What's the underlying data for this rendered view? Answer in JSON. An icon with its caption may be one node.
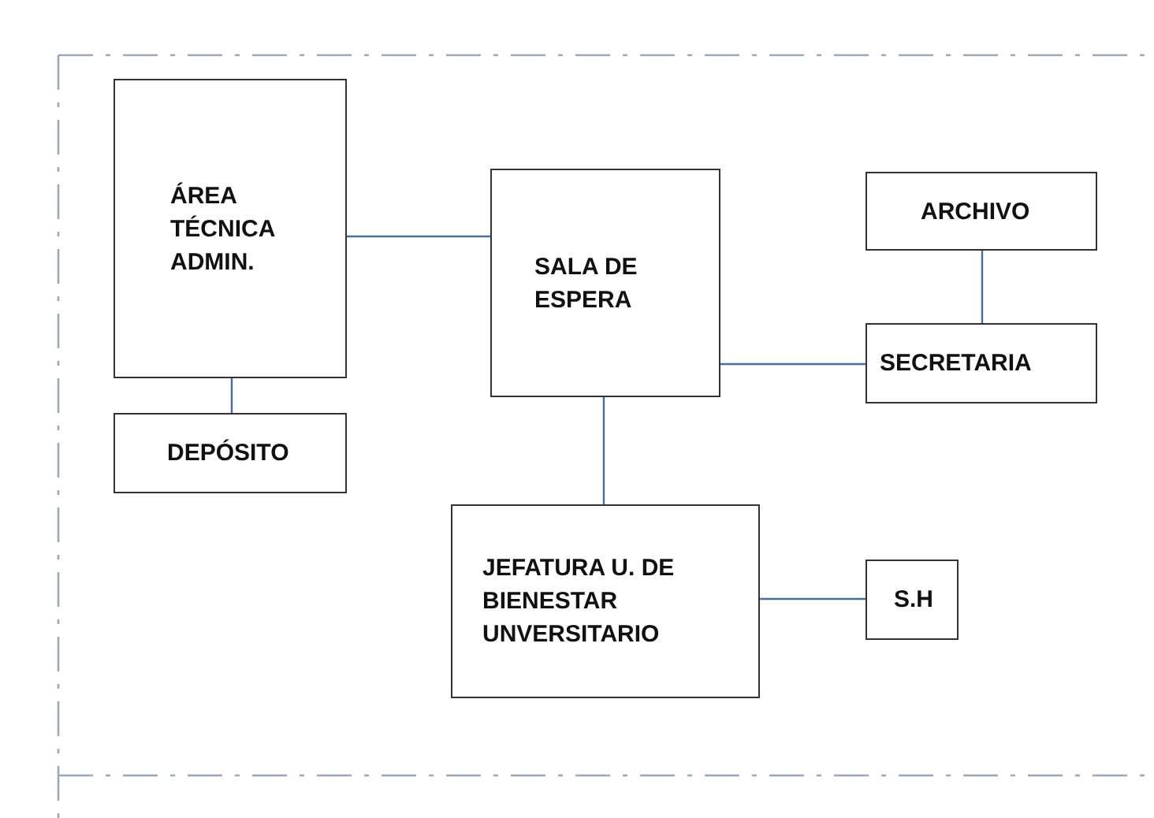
{
  "diagram": {
    "nodes": [
      {
        "text": [
          "ÁREA TÉCNICA ADMIN."
        ]
      },
      {
        "text": [
          "DEPÓSITO"
        ]
      },
      {
        "text": [
          "SALA DE ESPERA"
        ]
      },
      {
        "text": [
          "ARCHIVO"
        ]
      },
      {
        "text": [
          "SECRETARIA"
        ]
      },
      {
        "text": [
          "JEFATURA U. DE BIENESTAR UNVERSITARIO"
        ]
      },
      {
        "text": [
          "S.H"
        ]
      }
    ],
    "edges": [
      {
        "from": 0,
        "to": 2,
        "arrow": "none"
      },
      {
        "from": 0,
        "to": 1,
        "arrow": "none"
      },
      {
        "from": 3,
        "to": 4,
        "arrow": "none"
      },
      {
        "from": 2,
        "to": 4,
        "arrow": "none"
      },
      {
        "from": 2,
        "to": 5,
        "arrow": "none"
      },
      {
        "from": 5,
        "to": 6,
        "arrow": "none"
      }
    ]
  }
}
